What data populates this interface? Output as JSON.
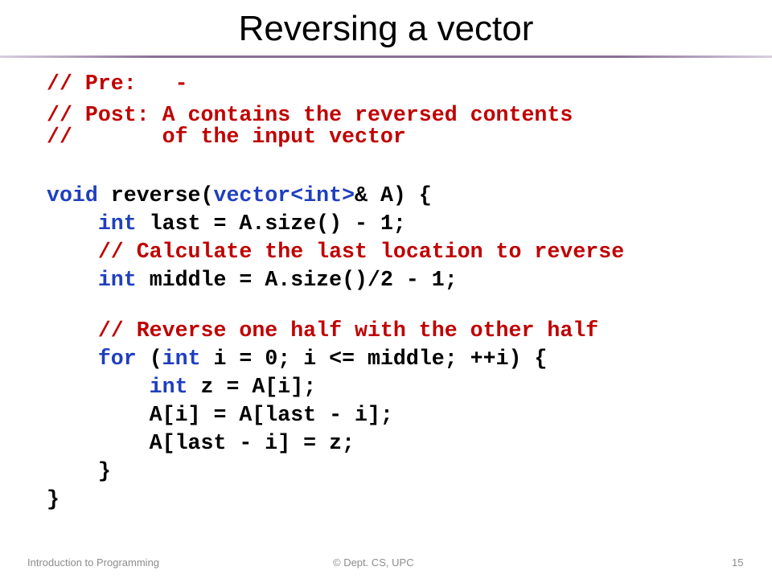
{
  "slide": {
    "title": "Reversing a vector"
  },
  "code": {
    "lines": [
      [
        {
          "t": "// Pre:   -",
          "c": "cm"
        }
      ],
      [
        {
          "t": "// Post: A contains the reversed contents",
          "c": "cm"
        }
      ],
      [
        {
          "t": "//       of the input vector",
          "c": "cm"
        }
      ],
      [
        {
          "t": "void",
          "c": "kw"
        },
        {
          "t": " reverse(",
          "c": ""
        },
        {
          "t": "vector<int>",
          "c": "kw"
        },
        {
          "t": "& A) {",
          "c": ""
        }
      ],
      [
        {
          "t": "    ",
          "c": ""
        },
        {
          "t": "int",
          "c": "kw"
        },
        {
          "t": " last = A.size() - 1;",
          "c": ""
        }
      ],
      [
        {
          "t": "    // Calculate the last location to reverse",
          "c": "cm"
        }
      ],
      [
        {
          "t": "    ",
          "c": ""
        },
        {
          "t": "int",
          "c": "kw"
        },
        {
          "t": " middle = A.size()/2 - 1;",
          "c": ""
        }
      ],
      [
        {
          "t": "    // Reverse one half with the other half",
          "c": "cm"
        }
      ],
      [
        {
          "t": "    ",
          "c": ""
        },
        {
          "t": "for",
          "c": "kw"
        },
        {
          "t": " (",
          "c": ""
        },
        {
          "t": "int",
          "c": "kw"
        },
        {
          "t": " i = 0; i <= middle; ++i) {",
          "c": ""
        }
      ],
      [
        {
          "t": "        ",
          "c": ""
        },
        {
          "t": "int",
          "c": "kw"
        },
        {
          "t": " z = A[i];",
          "c": ""
        }
      ],
      [
        {
          "t": "        A[i] = A[last - i];",
          "c": ""
        }
      ],
      [
        {
          "t": "        A[last - i] = z;",
          "c": ""
        }
      ],
      [
        {
          "t": "    }",
          "c": ""
        }
      ],
      [
        {
          "t": "}",
          "c": ""
        }
      ]
    ]
  },
  "footer": {
    "course": "Introduction to Programming",
    "copyright": "© Dept. CS, UPC",
    "page_number": "15"
  }
}
